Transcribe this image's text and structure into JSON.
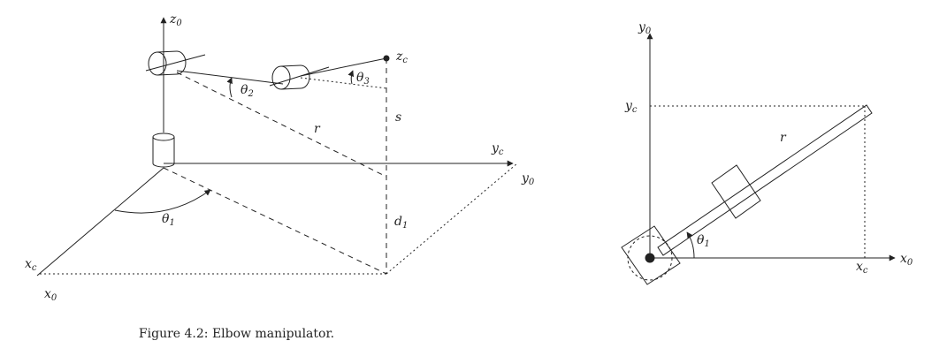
{
  "figure": {
    "caption": "Figure 4.2: Elbow manipulator.",
    "left_diagram": {
      "labels": {
        "z0": "z",
        "z0_sub": "0",
        "zc": "z",
        "zc_sub": "c",
        "yc": "y",
        "yc_sub": "c",
        "y0": "y",
        "y0_sub": "0",
        "xc": "x",
        "xc_sub": "c",
        "x0": "x",
        "x0_sub": "0",
        "theta1": "θ",
        "theta1_sub": "1",
        "theta2": "θ",
        "theta2_sub": "2",
        "theta3": "θ",
        "theta3_sub": "3",
        "r": "r",
        "s": "s",
        "d1": "d",
        "d1_sub": "1"
      }
    },
    "right_diagram": {
      "labels": {
        "y0": "y",
        "y0_sub": "0",
        "yc": "y",
        "yc_sub": "c",
        "x0": "x",
        "x0_sub": "0",
        "xc": "x",
        "xc_sub": "c",
        "r": "r",
        "theta1": "θ",
        "theta1_sub": "1"
      }
    }
  }
}
